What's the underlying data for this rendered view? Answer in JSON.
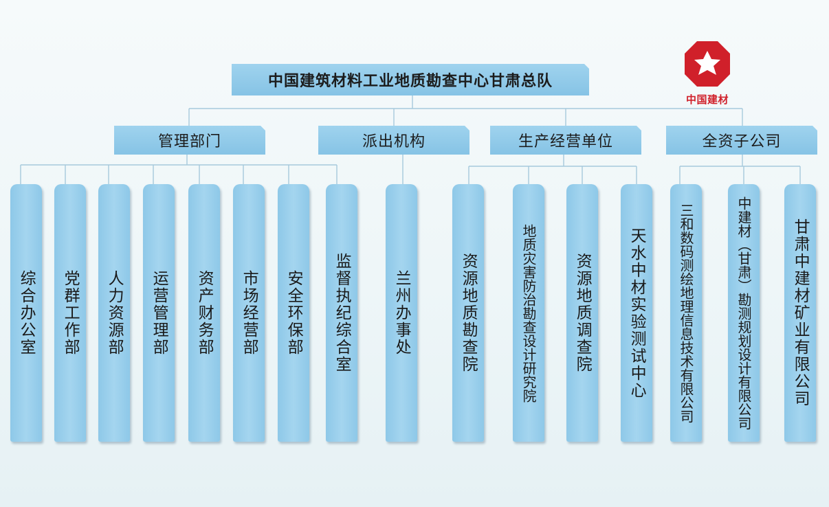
{
  "colors": {
    "box_fill": "#8ec8e8",
    "connector": "#a6c9dc",
    "logo_red": "#d0202a"
  },
  "logo": {
    "icon": "octagon-logo-icon",
    "text": "中国建材"
  },
  "root": {
    "label": "中国建筑材料工业地质勘查中心甘肃总队"
  },
  "groups": [
    {
      "label": "管理部门",
      "units": [
        "综合办公室",
        "党群工作部",
        "人力资源部",
        "运营管理部",
        "资产财务部",
        "市场经营部",
        "安全环保部",
        "监督执纪综合室"
      ]
    },
    {
      "label": "派出机构",
      "units": [
        "兰州办事处"
      ]
    },
    {
      "label": "生产经营单位",
      "units": [
        "资源地质勘查院",
        "地质灾害防治勘查设计研究院",
        "资源地质调查院",
        "天水中材实验测试中心"
      ]
    },
    {
      "label": "全资子公司",
      "units": [
        "三和数码测绘地理信息技术有限公司",
        "中建材（甘肃）勘测规划设计有限公司",
        "甘肃中建材矿业有限公司"
      ]
    }
  ]
}
